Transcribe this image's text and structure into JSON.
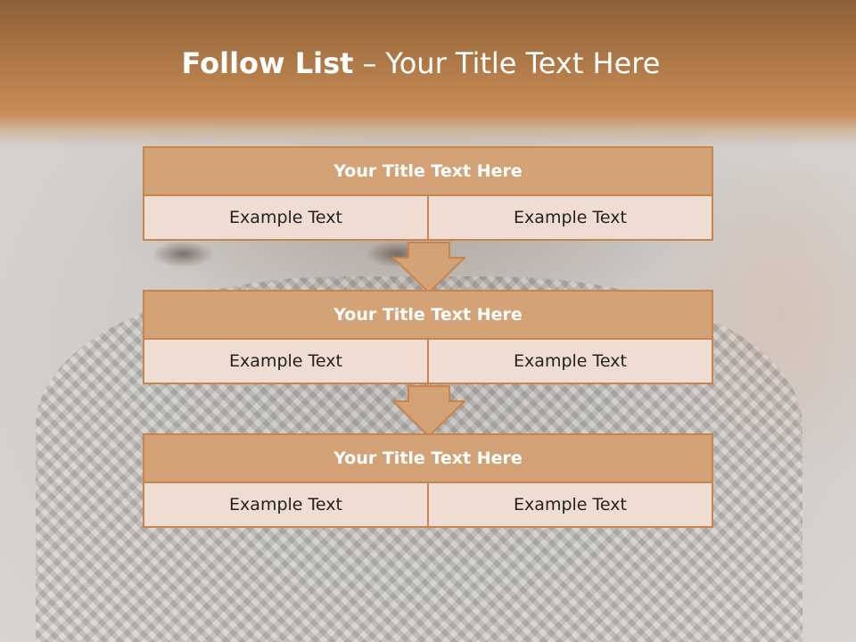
{
  "slide": {
    "title_bold": "Follow List",
    "title_sep": "–",
    "title_rest": "Your Title Text Here",
    "accent_color": "#c8844d",
    "header_color": "#b07a48",
    "steps": [
      {
        "title": "Your Title Text Here",
        "left": "Example Text",
        "right": "Example Text"
      },
      {
        "title": "Your Title Text Here",
        "left": "Example Text",
        "right": "Example Text"
      },
      {
        "title": "Your Title Text Here",
        "left": "Example Text",
        "right": "Example Text"
      }
    ]
  }
}
